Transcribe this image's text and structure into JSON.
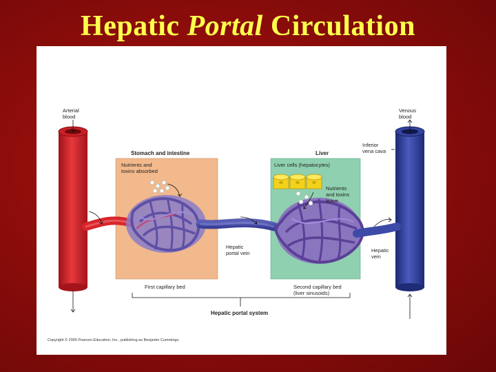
{
  "slide": {
    "title_prefix": "Hepatic ",
    "title_italic": "Portal",
    "title_suffix": " Circulation"
  },
  "diagram": {
    "arterial_blood_line1": "Arterial",
    "arterial_blood_line2": "blood",
    "venous_blood_line1": "Venous",
    "venous_blood_line2": "blood",
    "stomach_intestine": "Stomach and intestine",
    "liver": "Liver",
    "ivc_line1": "Inferior",
    "ivc_line2": "vena cava",
    "nutrients_absorbed_line1": "Nutrients and",
    "nutrients_absorbed_line2": "toxins absorbed",
    "liver_cells": "Liver cells (hepatocytes)",
    "nutrients_leave_line1": "Nutrients",
    "nutrients_leave_line2": "and toxins",
    "nutrients_leave_line3": "leave",
    "hepatic_portal_vein_line1": "Hepatic",
    "hepatic_portal_vein_line2": "portal vein",
    "hepatic_vein_line1": "Hepatic",
    "hepatic_vein_line2": "vein",
    "first_capillary_bed": "First capillary bed",
    "second_capillary_bed_line1": "Second capillary bed",
    "second_capillary_bed_line2": "(liver sinusoids)",
    "hepatic_portal_system": "Hepatic portal system",
    "copyright": "Copyright © 2005 Pearson Education, Inc., publishing as Benjamin Cummings."
  },
  "colors": {
    "artery": "#d8252b",
    "vein": "#2e3f9a",
    "capillary": "#7b6cc0",
    "intestine_box": "#f2b98c",
    "liver_box": "#8fd0b0",
    "hepatocyte": "#f2d21c"
  }
}
